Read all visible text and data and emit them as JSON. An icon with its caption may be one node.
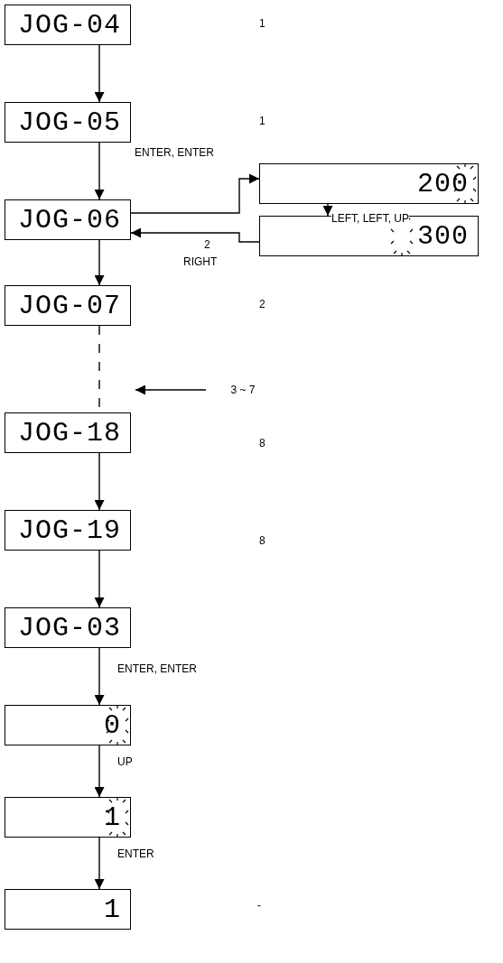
{
  "diagram": {
    "nodes": [
      {
        "text": [
          "JOG-04"
        ]
      },
      {
        "text": [
          "JOG-05"
        ]
      },
      {
        "text": [
          "200"
        ]
      },
      {
        "text": [
          "JOG-06"
        ]
      },
      {
        "text": [
          "300"
        ]
      },
      {
        "text": [
          "JOG-07"
        ]
      },
      {
        "text": [
          "3 ~ 7"
        ]
      },
      {
        "text": [
          "JOG-18"
        ]
      },
      {
        "text": [
          "JOG-19"
        ]
      },
      {
        "text": [
          "JOG-03"
        ]
      },
      {
        "text": [
          "0"
        ]
      },
      {
        "text": [
          "1"
        ]
      },
      {
        "text": [
          "1"
        ]
      }
    ],
    "edges": [
      {
        "from": 0,
        "to": 1,
        "arrow": "to"
      },
      {
        "from": 1,
        "to": 3,
        "arrow": "to"
      },
      {
        "from": 3,
        "to": 2,
        "arrow": "to",
        "label": "ENTER, ENTER"
      },
      {
        "from": 2,
        "to": 4,
        "arrow": "to",
        "label": "LEFT, LEFT, UP"
      },
      {
        "from": 4,
        "to": 3,
        "arrow": "to",
        "label": "RIGHT"
      },
      {
        "from": 3,
        "to": 5,
        "arrow": "to"
      },
      {
        "from": 5,
        "to": 7,
        "arrow": "none",
        "style": "dashed"
      },
      {
        "from": 6,
        "to": 7,
        "arrow": "to"
      },
      {
        "from": 7,
        "to": 8,
        "arrow": "to"
      },
      {
        "from": 8,
        "to": 9,
        "arrow": "to"
      },
      {
        "from": 9,
        "to": 10,
        "arrow": "to",
        "label": "ENTER, ENTER"
      },
      {
        "from": 10,
        "to": 11,
        "arrow": "to",
        "label": "UP"
      },
      {
        "from": 11,
        "to": 12,
        "arrow": "to",
        "label": "ENTER"
      }
    ],
    "labels": [
      "1",
      "1",
      "2",
      "2",
      "8",
      "8",
      "-"
    ]
  }
}
